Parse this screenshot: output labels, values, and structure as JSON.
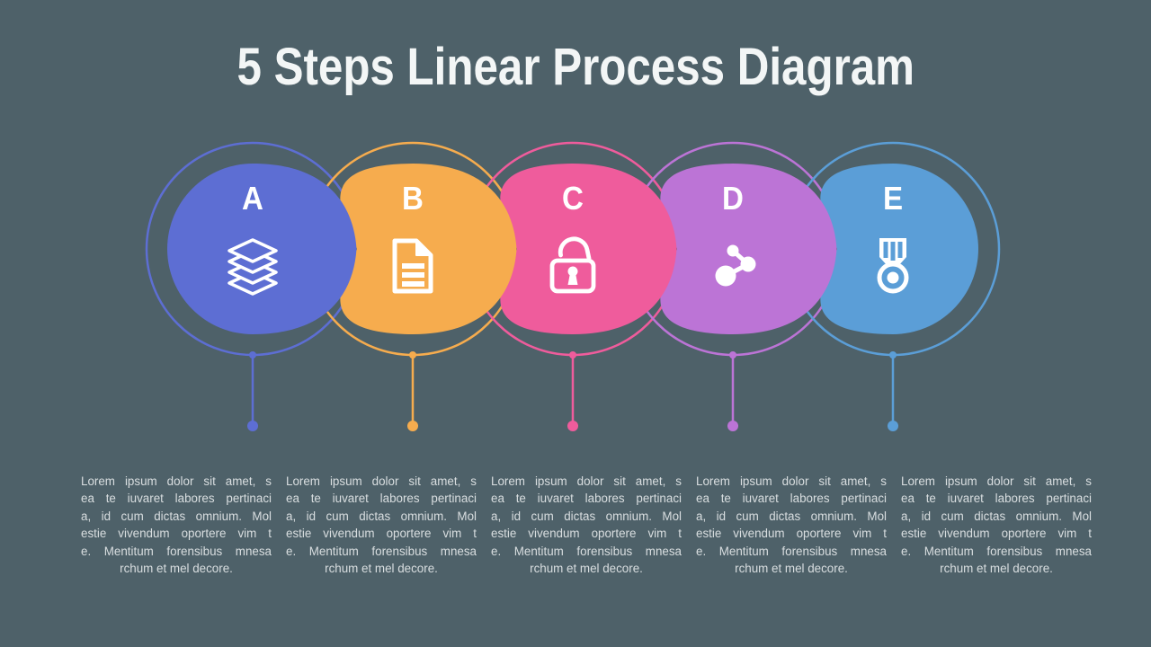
{
  "slide": {
    "title": "5 Steps Linear Process Diagram",
    "background_color": "#4e6169",
    "title_color": "#f3f6f6",
    "description_color": "#d9dee0"
  },
  "steps": [
    {
      "letter": "A",
      "icon": "layers-icon",
      "color": "#5d6ed3",
      "description_lines": [
        "Lorem ipsum dolor sit amet, s",
        "ea te iuvaret labores pertinaci",
        "a, id cum dictas omnium. Mol",
        "estie vivendum oportere vim t",
        "e. Mentitum forensibus mnesa",
        "rchum et mel decore."
      ]
    },
    {
      "letter": "B",
      "icon": "document-icon",
      "color": "#f6ac4e",
      "description_lines": [
        "Lorem ipsum dolor sit amet, s",
        "ea te iuvaret labores pertinaci",
        "a, id cum dictas omnium. Mol",
        "estie vivendum oportere vim t",
        "e. Mentitum forensibus mnesa",
        "rchum et mel decore."
      ]
    },
    {
      "letter": "C",
      "icon": "unlock-icon",
      "color": "#ef5c9c",
      "description_lines": [
        "Lorem ipsum dolor sit amet, s",
        "ea te iuvaret labores pertinaci",
        "a, id cum dictas omnium. Mol",
        "estie vivendum oportere vim t",
        "e. Mentitum forensibus mnesa",
        "rchum et mel decore."
      ]
    },
    {
      "letter": "D",
      "icon": "share-icon",
      "color": "#bc74d6",
      "description_lines": [
        "Lorem ipsum dolor sit amet, s",
        "ea te iuvaret labores pertinaci",
        "a, id cum dictas omnium. Mol",
        "estie vivendum oportere vim t",
        "e. Mentitum forensibus mnesa",
        "rchum et mel decore."
      ]
    },
    {
      "letter": "E",
      "icon": "medal-icon",
      "color": "#5b9ed7",
      "description_lines": [
        "Lorem ipsum dolor sit amet, s",
        "ea te iuvaret labores pertinaci",
        "a, id cum dictas omnium. Mol",
        "estie vivendum oportere vim t",
        "e. Mentitum forensibus mnesa",
        "rchum et mel decore."
      ]
    }
  ]
}
